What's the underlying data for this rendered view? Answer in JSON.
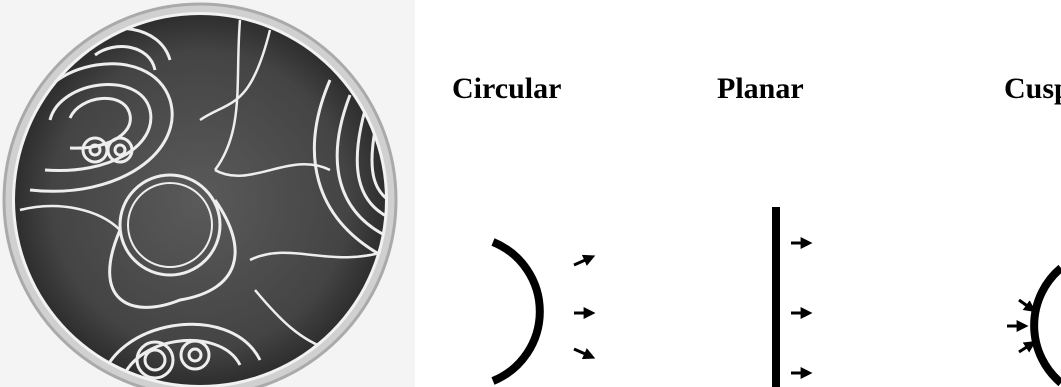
{
  "labels": {
    "circular": "Circular",
    "planar": "Planar",
    "cusp": "Cusp"
  },
  "colors": {
    "ink": "#000000",
    "dish_bg": "#4a4a4a",
    "wave": "#eeeeee"
  }
}
